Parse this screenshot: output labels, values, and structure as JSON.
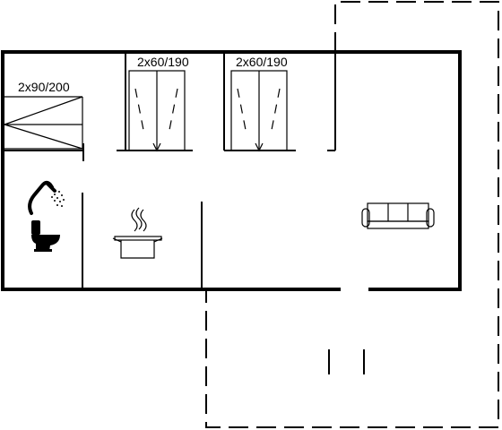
{
  "labels": {
    "bunk_bed": "2x90/200",
    "bed_1": "2x60/190",
    "bed_2": "2x60/190"
  },
  "icons": {
    "shower": "shower-icon",
    "toilet": "toilet-icon",
    "stove": "cooking-pot-icon",
    "sofa": "sofa-icon"
  }
}
